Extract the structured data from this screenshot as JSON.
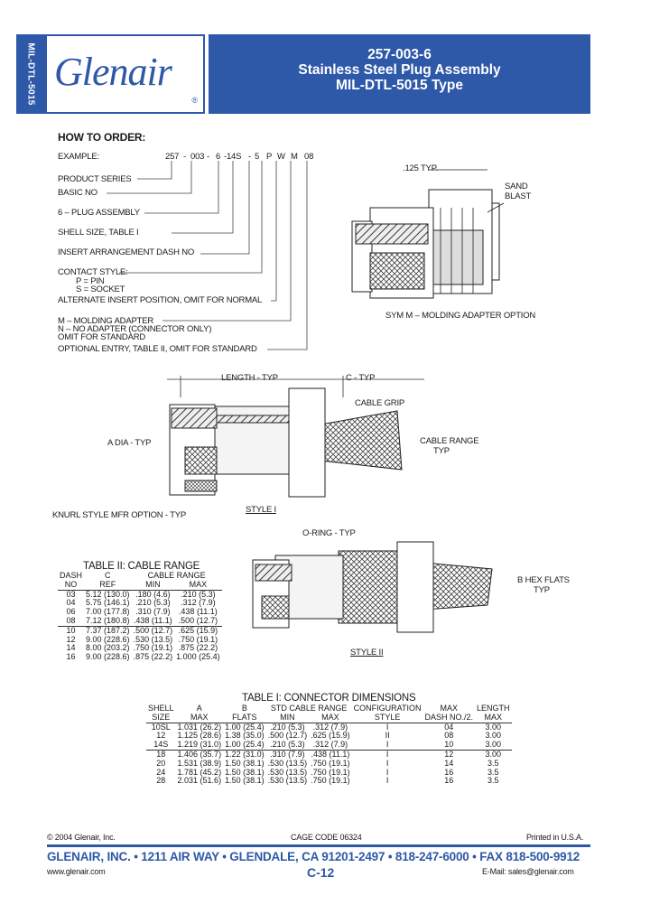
{
  "header": {
    "side_tab": "MIL-DTL-5015",
    "logo": "Glenair",
    "logo_mark": "®",
    "title_line1": "257-003-6",
    "title_line2": "Stainless Steel Plug Assembly",
    "title_line3": "MIL-DTL-5015 Type"
  },
  "order": {
    "heading": "HOW TO ORDER:",
    "example_label": "EXAMPLE:",
    "example_parts": [
      "257",
      "-",
      "003",
      "-",
      "6",
      "-14S",
      "-",
      "5",
      "P",
      "W",
      "M",
      "08"
    ],
    "items": [
      "PRODUCT SERIES",
      "BASIC NO",
      "6 – PLUG ASSEMBLY",
      "SHELL SIZE, TABLE I",
      "INSERT ARRANGEMENT DASH NO",
      "CONTACT STYLE:",
      "P = PIN",
      "S = SOCKET",
      "ALTERNATE INSERT POSITION, OMIT FOR NORMAL",
      "M – MOLDING ADAPTER",
      "N – NO ADAPTER (CONNECTOR ONLY)",
      "OMIT FOR STANDARD",
      "OPTIONAL ENTRY, TABLE II, OMIT FOR STANDARD"
    ]
  },
  "drawing_labels": {
    "typ125": ".125 TYP.",
    "sand": "SAND",
    "blast": "BLAST",
    "sym_m": "SYM M – MOLDING ADAPTER OPTION",
    "length_typ": "LENGTH - TYP",
    "c_typ": "C - TYP",
    "cable_grip": "CABLE GRIP",
    "a_dia": "A DIA - TYP",
    "cable_range": "CABLE RANGE",
    "typ": "TYP",
    "knurl": "KNURL STYLE MFR OPTION - TYP",
    "style1": "STYLE I",
    "oring": "O-RING - TYP",
    "b_hex": "B HEX FLATS",
    "b_hex_typ": "TYP",
    "style2": "STYLE II"
  },
  "table2": {
    "title": "TABLE II: CABLE RANGE",
    "headers1": [
      "DASH",
      "C",
      "CABLE RANGE"
    ],
    "headers2": [
      "NO",
      "REF",
      "MIN",
      "MAX"
    ],
    "rows": [
      [
        "03",
        "5.12 (130.0)",
        ".180 (4.6)",
        ".210 (5.3)"
      ],
      [
        "04",
        "5.75 (146.1)",
        ".210 (5.3)",
        ".312 (7.9)"
      ],
      [
        "06",
        "7.00 (177.8)",
        ".310 (7.9)",
        ".438 (11.1)"
      ],
      [
        "08",
        "7.12 (180.8)",
        ".438 (11.1)",
        ".500 (12.7)"
      ],
      [
        "10",
        "7.37 (187.2)",
        ".500 (12.7)",
        ".625 (15.9)"
      ],
      [
        "12",
        "9.00 (228.6)",
        ".530 (13.5)",
        ".750 (19.1)"
      ],
      [
        "14",
        "8.00 (203.2)",
        ".750 (19.1)",
        ".875 (22.2)"
      ],
      [
        "16",
        "9.00 (228.6)",
        ".875 (22.2)",
        "1.000 (25.4)"
      ]
    ]
  },
  "table1": {
    "title": "TABLE I: CONNECTOR DIMENSIONS",
    "headers1": [
      "SHELL",
      "A",
      "B",
      "STD CABLE RANGE",
      "CONFIGURATION",
      "MAX",
      "LENGTH"
    ],
    "headers2": [
      "SIZE",
      "MAX",
      "FLATS",
      "MIN",
      "MAX",
      "STYLE",
      "DASH NO./2.",
      "MAX"
    ],
    "rows": [
      [
        "10SL",
        "1.031 (26.2)",
        "1.00 (25.4)",
        ".210 (5.3)",
        ".312 (7.9)",
        "I",
        "04",
        "3.00"
      ],
      [
        "12",
        "1.125 (28.6)",
        "1.38 (35.0)",
        ".500 (12.7)",
        ".625 (15.9)",
        "II",
        "08",
        "3.00"
      ],
      [
        "14S",
        "1.219 (31.0)",
        "1.00 (25.4)",
        ".210 (5.3)",
        ".312 (7.9)",
        "I",
        "10",
        "3.00"
      ],
      [
        "18",
        "1.406 (35.7)",
        "1.22 (31.0)",
        ".310 (7.9)",
        ".438 (11.1)",
        "I",
        "12",
        "3.00"
      ],
      [
        "20",
        "1.531 (38.9)",
        "1.50 (38.1)",
        ".530 (13.5)",
        ".750 (19.1)",
        "I",
        "14",
        "3.5"
      ],
      [
        "24",
        "1.781 (45.2)",
        "1.50 (38.1)",
        ".530 (13.5)",
        ".750 (19.1)",
        "I",
        "16",
        "3.5"
      ],
      [
        "28",
        "2.031 (51.6)",
        "1.50 (38.1)",
        ".530 (13.5)",
        ".750 (19.1)",
        "I",
        "16",
        "3.5"
      ]
    ]
  },
  "footer": {
    "copyright": "© 2004 Glenair, Inc.",
    "cage": "CAGE CODE 06324",
    "printed": "Printed in U.S.A.",
    "main": "GLENAIR, INC. • 1211 AIR WAY • GLENDALE, CA 91201-2497 • 818-247-6000 • FAX 818-500-9912",
    "website": "www.glenair.com",
    "page": "C-12",
    "email": "E-Mail:  sales@glenair.com"
  },
  "colors": {
    "brand": "#2e58a8"
  }
}
